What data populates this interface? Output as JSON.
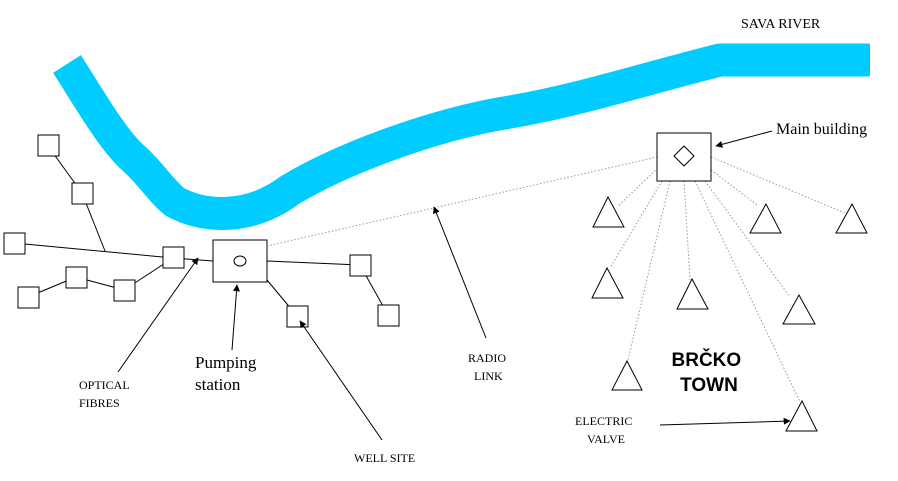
{
  "labels": {
    "sava_river": "SAVA RIVER",
    "main_building": "Main building",
    "pumping_station": [
      "Pumping",
      "station"
    ],
    "optical_fibres": [
      "OPTICAL",
      "FIBRES"
    ],
    "radio_link": [
      "RADIO",
      "LINK"
    ],
    "well_site": "WELL SITE",
    "town": [
      "BRČKO",
      "TOWN"
    ],
    "electric_valve": [
      "ELECTRIC",
      "VALVE"
    ]
  },
  "colors": {
    "river": "#00ccff",
    "stroke": "#000000",
    "radio_link": "#999999"
  },
  "icons": {
    "main_building": "diamond-icon",
    "pumping_station": "circle-icon",
    "well": "square-icon",
    "electric_valve": "triangle-icon"
  }
}
